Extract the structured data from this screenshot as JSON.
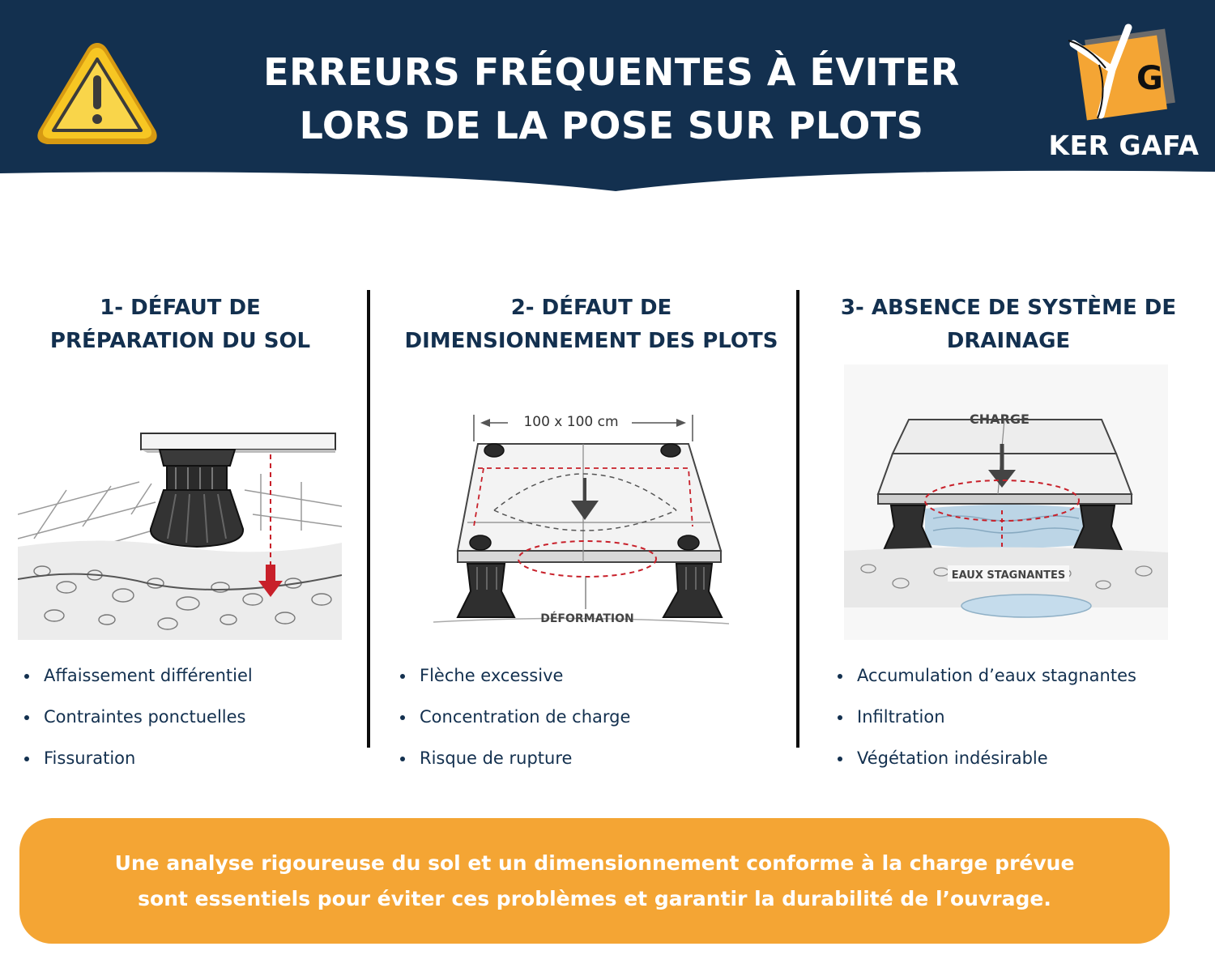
{
  "header": {
    "title_line1": "ERREURS FRÉQUENTES À ÉVITER",
    "title_line2": "LORS DE LA POSE SUR PLOTS",
    "brand": "KER GAFA",
    "logo_letter": "G",
    "colors": {
      "navy": "#13304f",
      "orange": "#f4a534",
      "warning_yellow": "#f7c623"
    }
  },
  "sections": [
    {
      "title_line1": "1- DÉFAUT DE",
      "title_line2": "PRÉPARATION DU SOL",
      "icon": "pedestal-sinking-illustration",
      "bullets": [
        "Affaissement différentiel",
        "Contraintes ponctuelles",
        "Fissuration"
      ]
    },
    {
      "title_line1": "2- DÉFAUT DE",
      "title_line2": "DIMENSIONNEMENT DES PLOTS",
      "icon": "slab-deformation-illustration",
      "dimension_label": "100 x 100 cm",
      "deformation_label": "DÉFORMATION",
      "bullets": [
        "Flèche excessive",
        "Concentration de charge",
        "Risque de rupture"
      ]
    },
    {
      "title_line1": "3- ABSENCE DE SYSTÈME DE",
      "title_line2": "DRAINAGE",
      "icon": "standing-water-illustration",
      "charge_label": "CHARGE",
      "water_label": "EAUX STAGNANTES",
      "bullets": [
        "Accumulation d’eaux stagnantes",
        "Infiltration",
        "Végétation indésirable"
      ]
    }
  ],
  "footer": {
    "line1": "Une analyse rigoureuse du sol et un dimensionnement conforme à la charge prévue",
    "line2": "sont essentiels pour éviter ces problèmes et garantir la durabilité de l’ouvrage."
  }
}
